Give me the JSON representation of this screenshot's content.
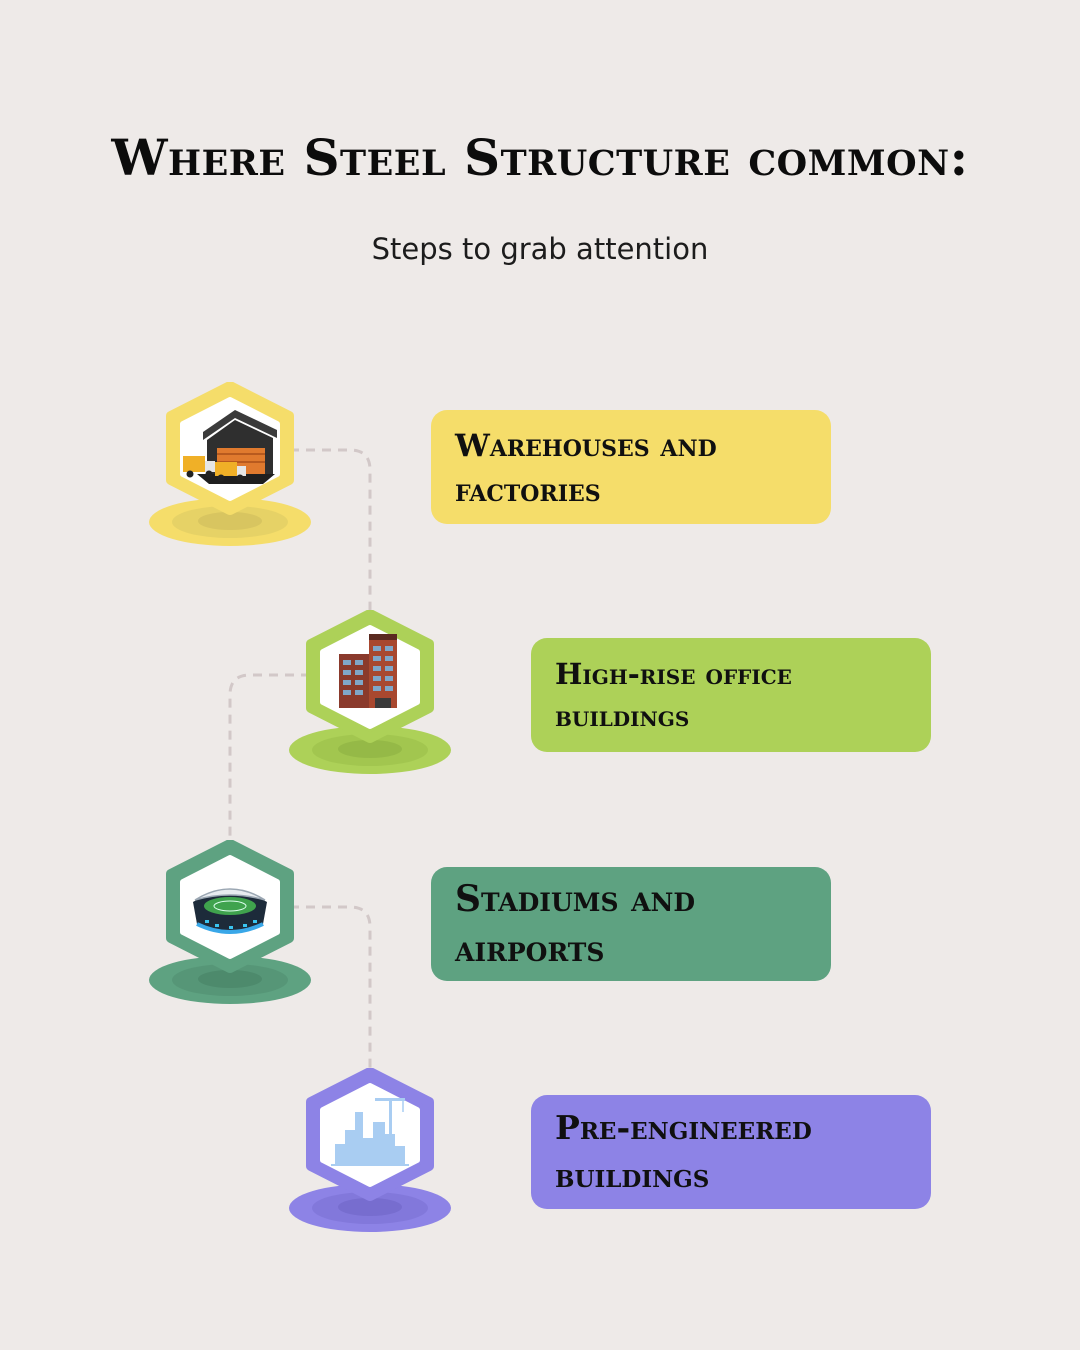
{
  "title": "Where Steel Structure common:",
  "subtitle": "Steps to grab attention",
  "items": [
    {
      "label": "Warehouses and factories",
      "color": "#f5dd6a",
      "icon": "warehouse-trucks-icon"
    },
    {
      "label": "High-rise office buildings",
      "color": "#add158",
      "icon": "office-building-icon"
    },
    {
      "label": "Stadiums and airports",
      "color": "#5ea281",
      "icon": "stadium-icon"
    },
    {
      "label": "Pre-engineered buildings",
      "color": "#8d83e6",
      "icon": "construction-skyline-icon"
    }
  ]
}
